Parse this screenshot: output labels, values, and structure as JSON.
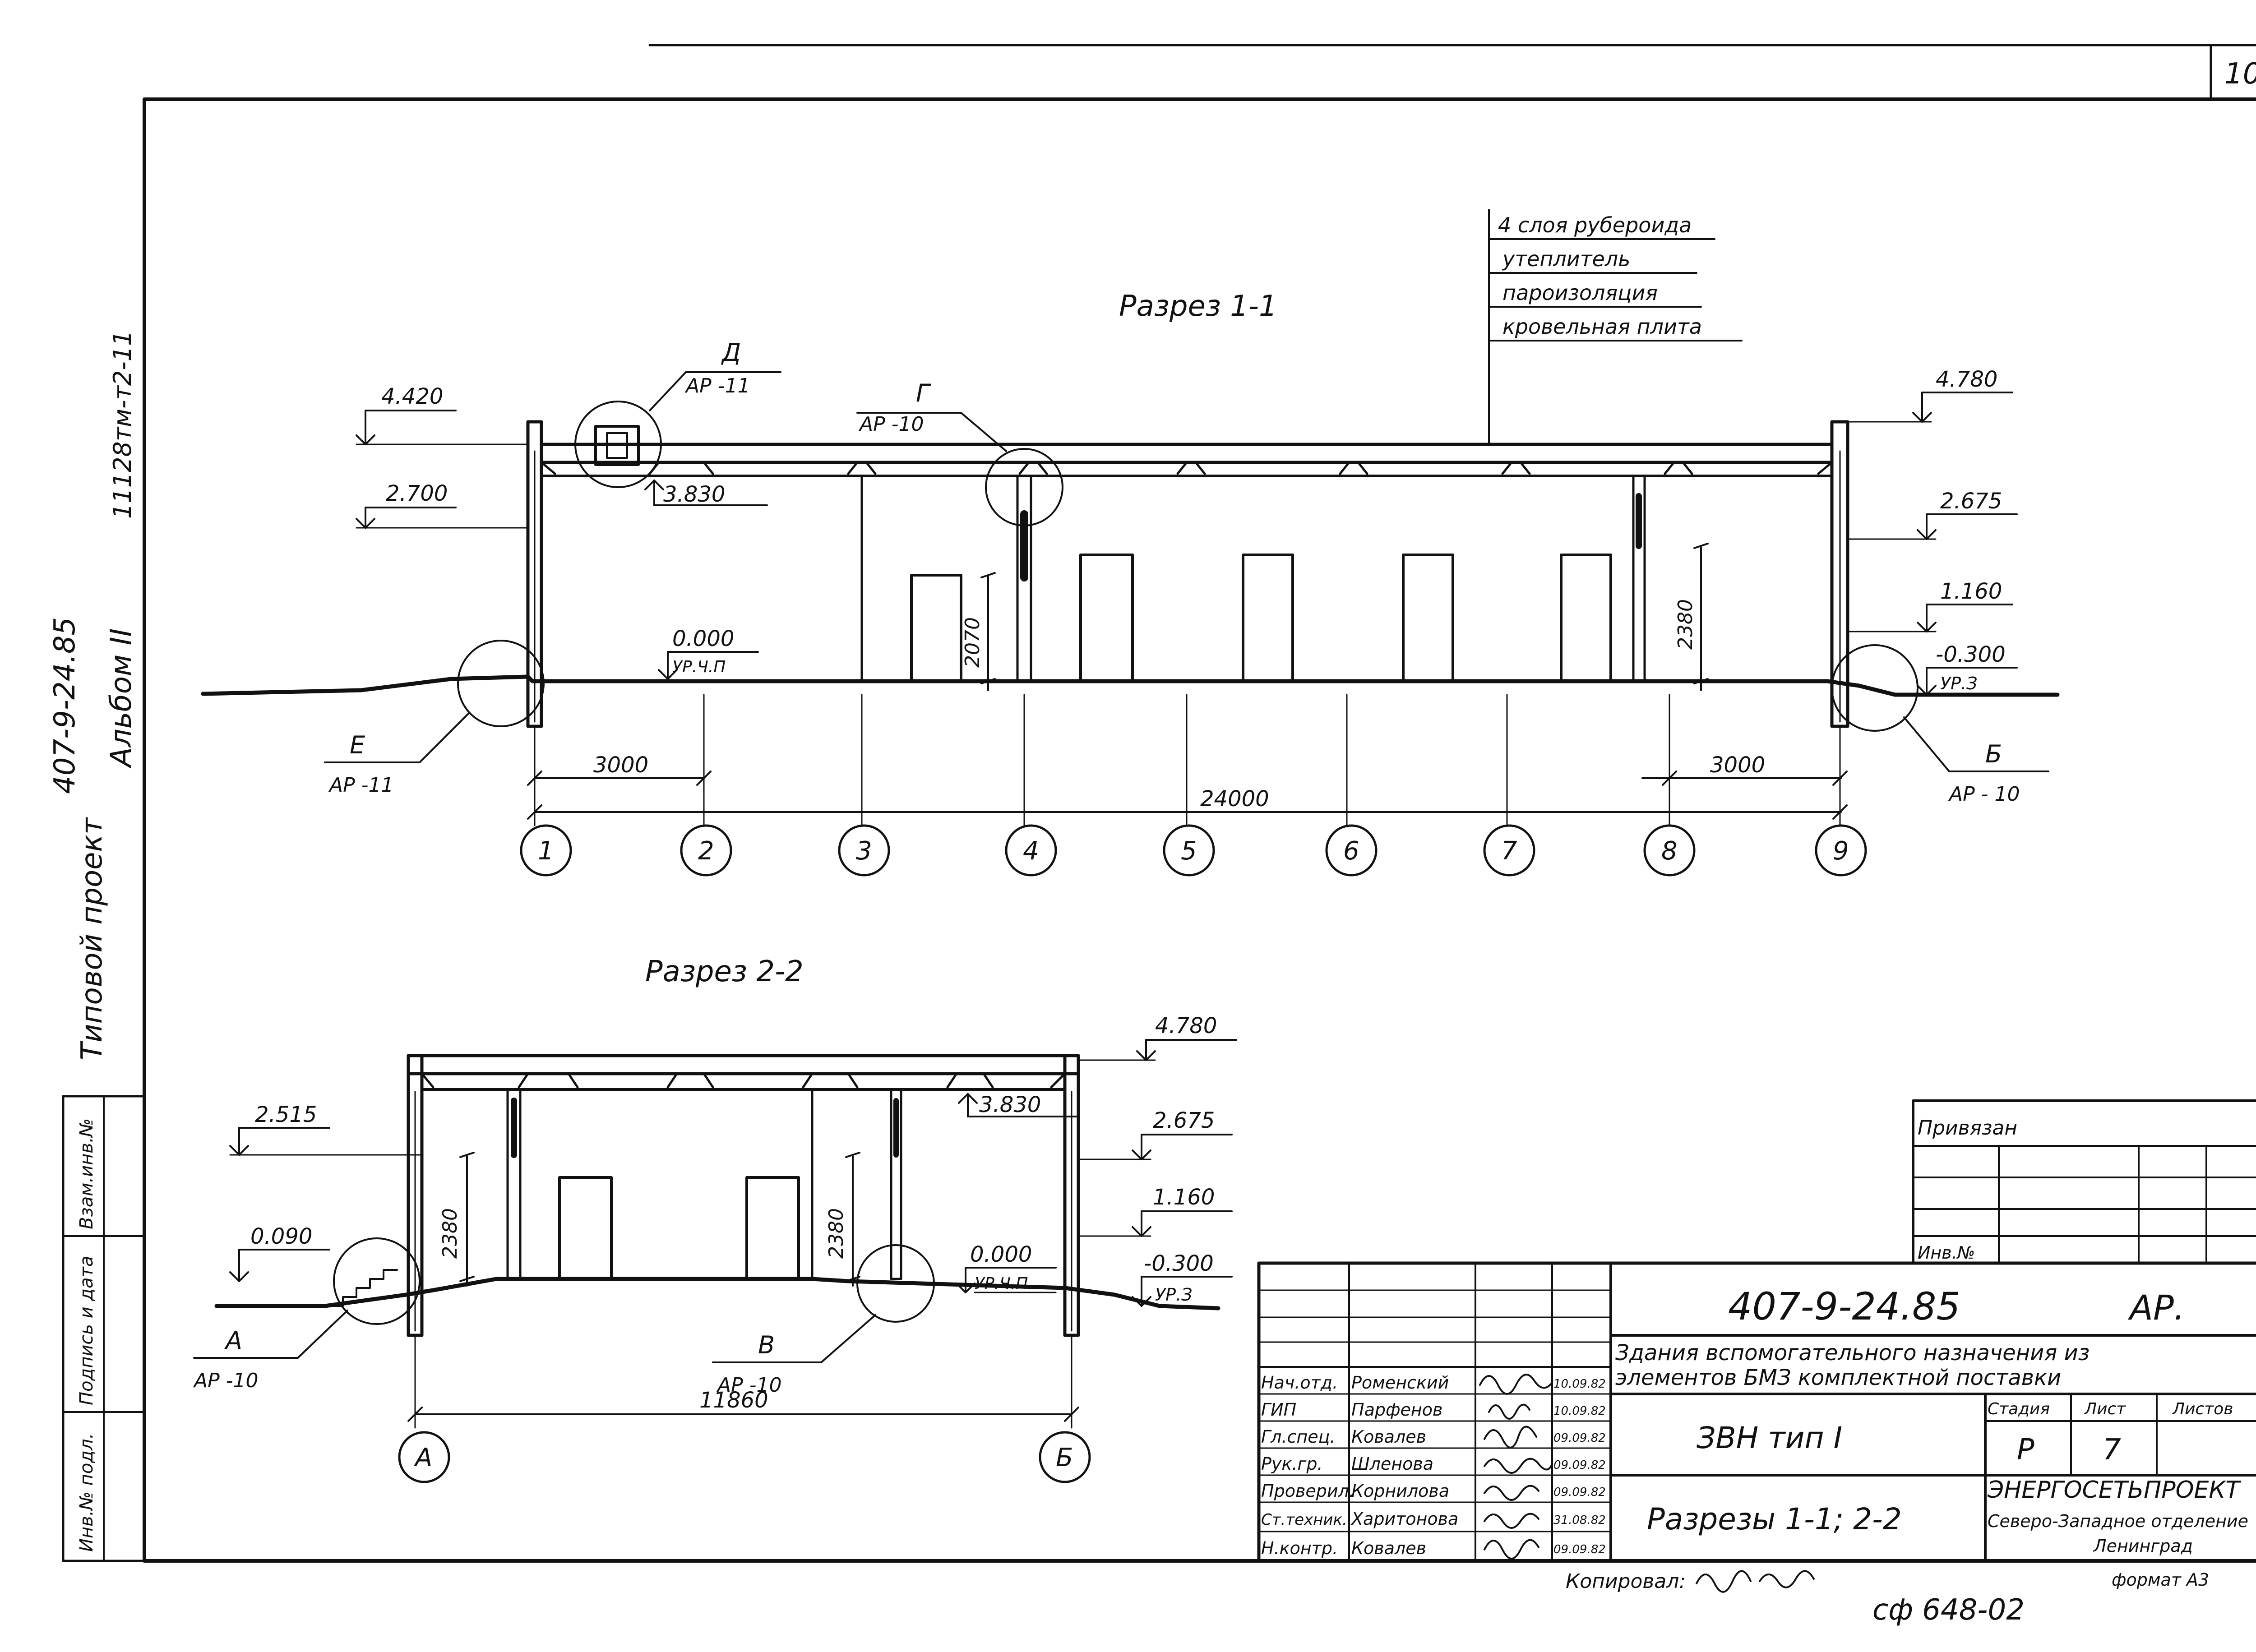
{
  "sheet": {
    "page_number": "10",
    "side_stamp_code": "11128тм-т2-11",
    "side_project_code": "407-9-24.85",
    "side_album": "Альбом II",
    "side_type": "Типовой проект",
    "side_cols": [
      "Инв.№ подл.",
      "Подпись и дата",
      "Взам.инв.№"
    ]
  },
  "section_1": {
    "title": "Разрез 1-1",
    "roof_layers": [
      "4 слоя рубероида",
      "утеплитель",
      "пароизоляция",
      "кровельная плита"
    ],
    "levels": {
      "l4420": "4.420",
      "l2700": "2.700",
      "l3830": "3.830",
      "l0000": "0.000",
      "ur_chp": "УР.Ч.П",
      "l4780": "4.780",
      "l2675": "2.675",
      "l1160": "1.160",
      "lm0300": "-0.300",
      "ur3": "УР.З"
    },
    "callouts": {
      "d_letter": "Д",
      "d_ref": "АР -11",
      "g_letter": "Г",
      "g_ref": "АР -10",
      "e_letter": "Е",
      "e_ref": "АР -11",
      "b_letter": "Б",
      "b_ref": "АР - 10"
    },
    "dims": {
      "d3000_left": "3000",
      "d3000_right": "3000",
      "d24000": "24000",
      "d2070": "2070",
      "d2380": "2380"
    },
    "axes": [
      "1",
      "2",
      "3",
      "4",
      "5",
      "6",
      "7",
      "8",
      "9"
    ]
  },
  "section_2": {
    "title": "Разрез 2-2",
    "levels": {
      "l4780": "4.780",
      "l3830": "3.830",
      "l2515": "2.515",
      "l2675": "2.675",
      "l1160": "1.160",
      "l0090": "0.090",
      "l0000": "0.000",
      "ur_chp": "УР.Ч.П.",
      "lm0300": "-0.300",
      "ur3": "УР.З"
    },
    "callouts": {
      "a_letter": "А",
      "a_ref": "АР -10",
      "v_letter": "В",
      "v_ref": "АР -10"
    },
    "dims": {
      "d2380_left": "2380",
      "d2380_mid": "2380",
      "d11860": "11860"
    },
    "axes": [
      "А",
      "Б"
    ]
  },
  "stamp": {
    "privyazan": "Привязан",
    "inv_no": "Инв.№",
    "code": "407-9-24.85",
    "mark": "АР.",
    "name_line1": "Здания вспомогательного назначения из",
    "name_line2": "элементов БМЗ комплектной поставки",
    "object": "ЗВН тип I",
    "sheet_title": "Разрезы 1-1; 2-2",
    "col_stage": "Стадия",
    "col_sheet": "Лист",
    "col_sheets": "Листов",
    "stage": "Р",
    "sheet_no": "7",
    "org1": "ЭНЕРГОСЕТЬПРОЕКТ",
    "org2": "Северо-Западное отделение",
    "org3": "Ленинград",
    "staff": [
      {
        "role": "Нач.отд.",
        "name": "Роменский",
        "date": "10.09.82"
      },
      {
        "role": "ГИП",
        "name": "Парфенов",
        "date": "10.09.82"
      },
      {
        "role": "Гл.спец.",
        "name": "Ковалев",
        "date": "09.09.82"
      },
      {
        "role": "Рук.гр.",
        "name": "Шленова",
        "date": "09.09.82"
      },
      {
        "role": "Проверил.",
        "name": "Корнилова",
        "date": "09.09.82"
      },
      {
        "role": "Ст.техник.",
        "name": "Харитонова",
        "date": "31.08.82"
      },
      {
        "role": "Н.контр.",
        "name": "Ковалев",
        "date": "09.09.82"
      }
    ]
  },
  "footer": {
    "copied": "Копировал:",
    "format": "формат А3",
    "sheet_code": "сф 648-02"
  }
}
